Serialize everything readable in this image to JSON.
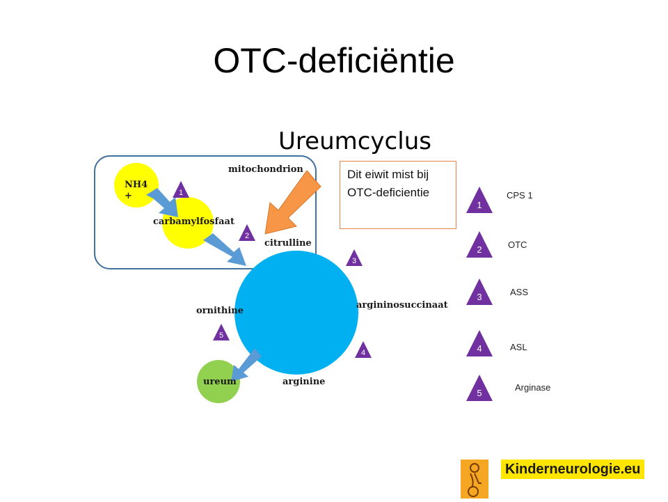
{
  "title": "OTC-deficiëntie",
  "subtitle": "Ureumcyclus",
  "diagram": {
    "mitochondrion_label": "mitochondrion",
    "nh4_label": "NH4\n+",
    "carbamylfosfaat_label": "carbamylfosfaat",
    "citrulline_label": "citrulline",
    "argininosuccinaat_label": "argininosuccinaat",
    "ornithine_label": "ornithine",
    "arginine_label": "arginine",
    "ureum_label": "ureum",
    "steps": [
      "1",
      "2",
      "3",
      "4",
      "5"
    ]
  },
  "callout": "Dit eiwit mist bij OTC-deficientie",
  "legend": [
    {
      "num": "1",
      "label": "CPS 1"
    },
    {
      "num": "2",
      "label": "OTC"
    },
    {
      "num": "3",
      "label": "ASS"
    },
    {
      "num": "4",
      "label": "ASL"
    },
    {
      "num": "5",
      "label": "Arginase"
    }
  ],
  "brand": "Kinderneurologie.eu",
  "colors": {
    "enzyme_triangle": "#7030a0",
    "cycle_circle": "#00b0f0",
    "nh4_circle": "#ffff00",
    "ureum_circle": "#92d050",
    "arrow_blue": "#5b9bd5",
    "arrow_orange": "#f79646",
    "mito_border": "#41719c",
    "brand_bg": "#ffe600"
  }
}
